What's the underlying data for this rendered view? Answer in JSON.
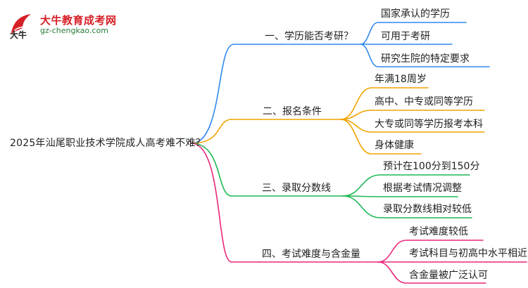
{
  "logo": {
    "name": "大牛教育成考网",
    "url": "gz-chengkao.com",
    "mark_text": "大牛"
  },
  "root": "2025年汕尾职业技术学院成人高考难不难？",
  "branches": [
    {
      "label": "一、学历能否考研？",
      "color": "#2f88ee",
      "children": [
        "国家承认的学历",
        "可用于考研",
        "研究生院的特定要求"
      ]
    },
    {
      "label": "二、报名条件",
      "color": "#f0a400",
      "children": [
        "年满18周岁",
        "高中、中专或同等学历",
        "大专或同等学历报考本科",
        "身体健康"
      ]
    },
    {
      "label": "三、录取分数线",
      "color": "#1db954",
      "children": [
        "预计在100分到150分",
        "根据考试情况调整",
        "录取分数线相对较低"
      ]
    },
    {
      "label": "四、考试难度与含金量",
      "color": "#e8267a",
      "children": [
        "考试难度较低",
        "考试科目与初高中水平相近",
        "含金量被广泛认可"
      ]
    }
  ]
}
